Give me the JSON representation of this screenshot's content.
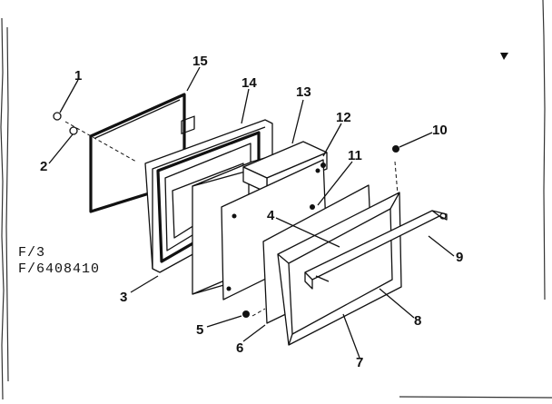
{
  "figure": {
    "label_line1": "F/3",
    "label_line2": "F/6408410"
  },
  "callouts": [
    {
      "num": "1",
      "part": "screw"
    },
    {
      "num": "2",
      "part": "washer"
    },
    {
      "num": "15",
      "part": "glass-panel-outer"
    },
    {
      "num": "14",
      "part": "door-frame-inner"
    },
    {
      "num": "13",
      "part": "insulation-block"
    },
    {
      "num": "12",
      "part": "bracket"
    },
    {
      "num": "11",
      "part": "clip"
    },
    {
      "num": "10",
      "part": "screw"
    },
    {
      "num": "4",
      "part": "inner-door-panel"
    },
    {
      "num": "9",
      "part": "door-handle"
    },
    {
      "num": "3",
      "part": "door-liner"
    },
    {
      "num": "5",
      "part": "screw"
    },
    {
      "num": "6",
      "part": "gasket"
    },
    {
      "num": "7",
      "part": "outer-door-panel"
    },
    {
      "num": "8",
      "part": "trim-strip"
    }
  ]
}
